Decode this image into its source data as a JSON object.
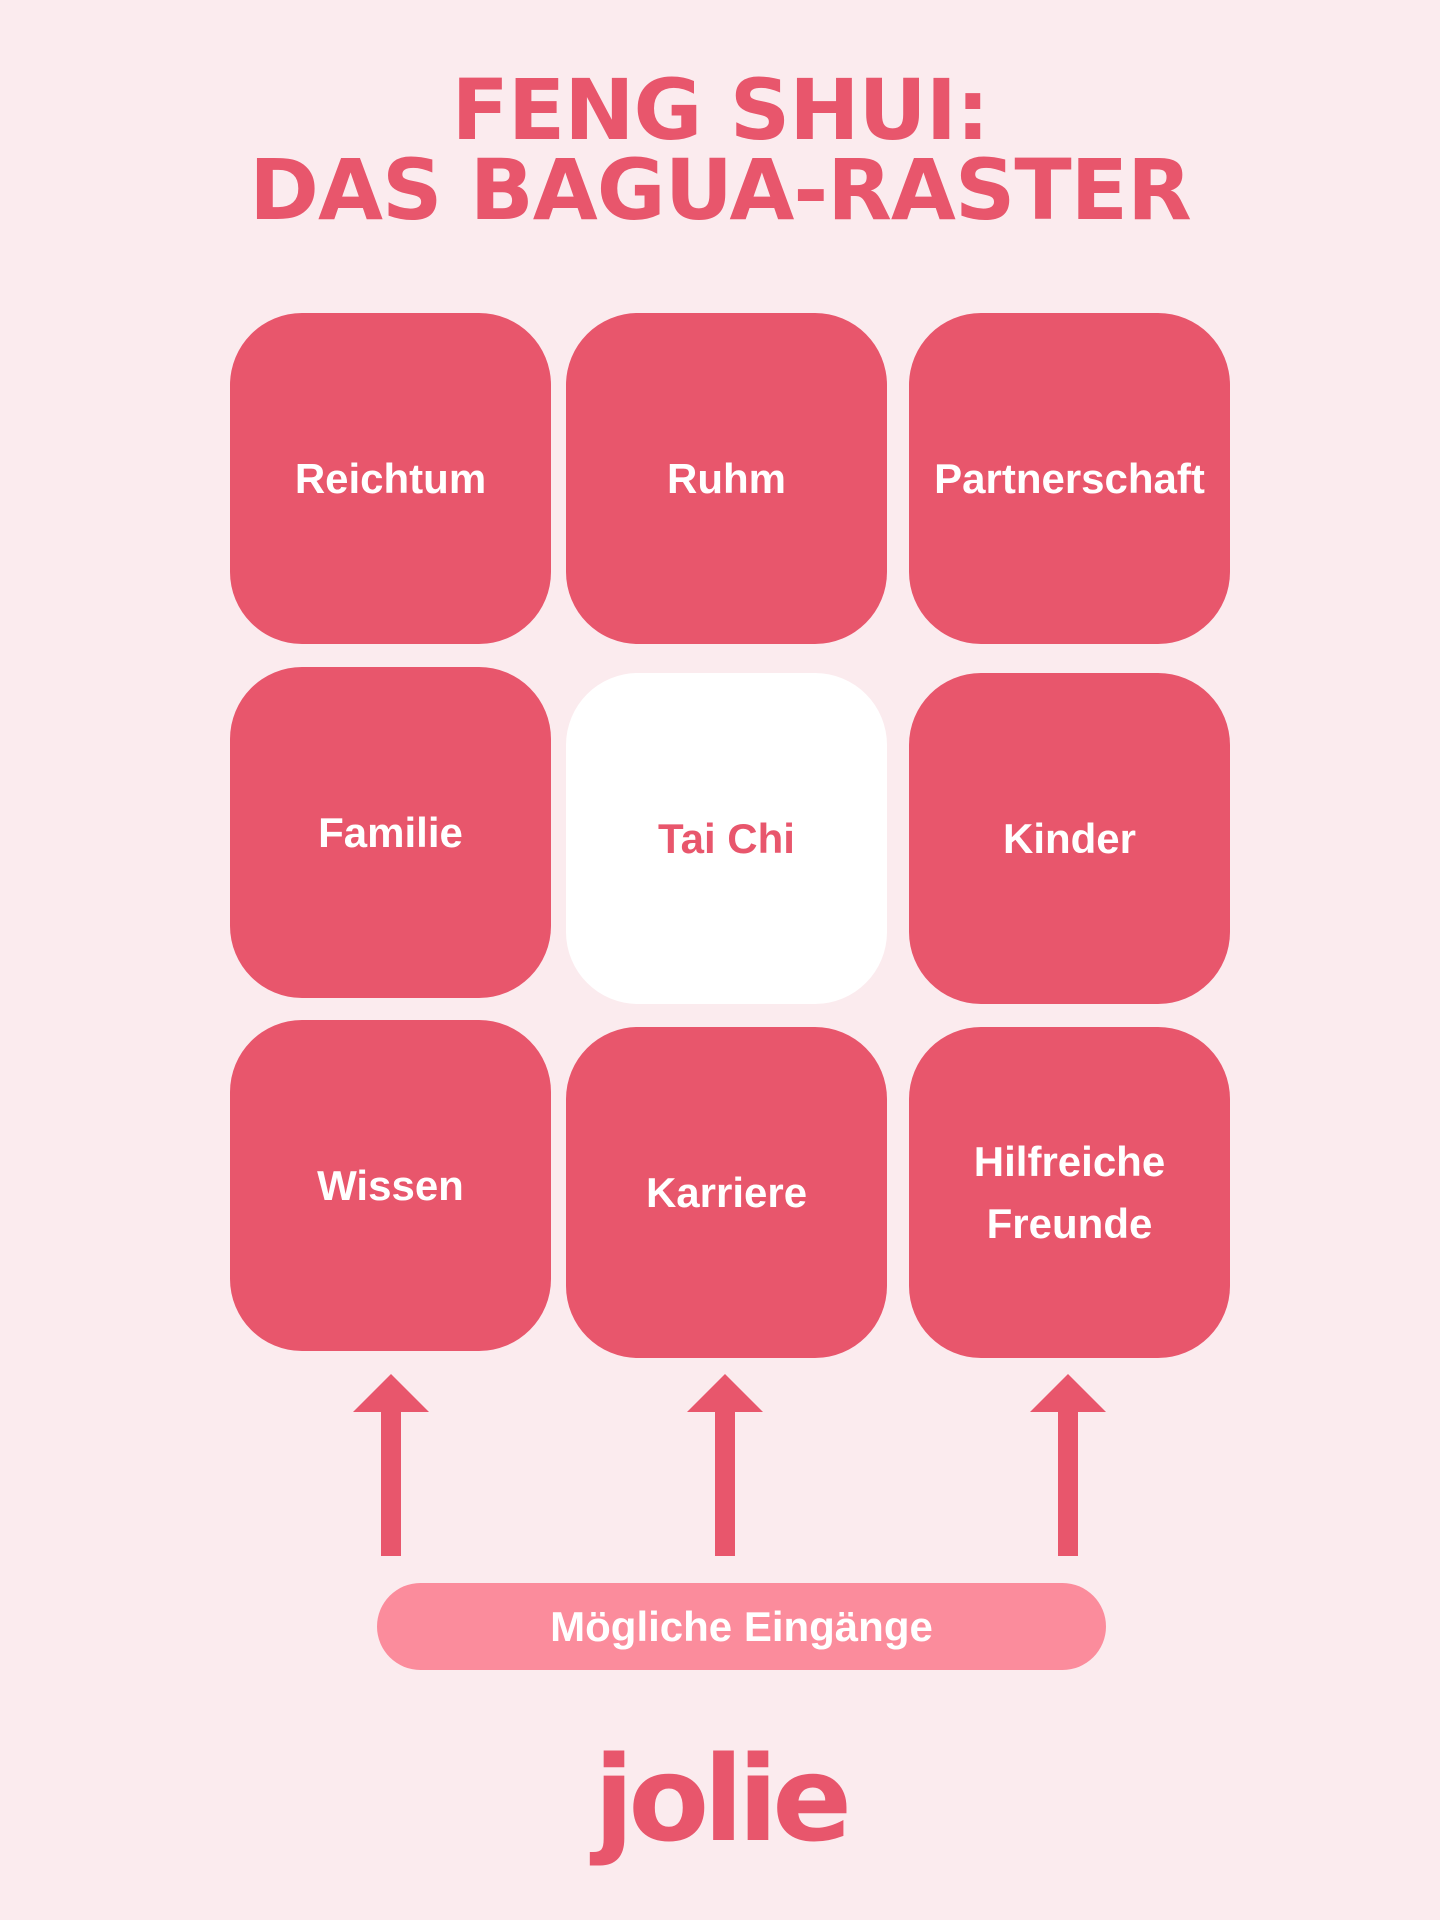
{
  "title": {
    "line1": "FENG SHUI:",
    "line2": "DAS BAGUA-RASTER"
  },
  "grid": [
    {
      "label": "Reichtum"
    },
    {
      "label": "Ruhm"
    },
    {
      "label": "Partnerschaft"
    },
    {
      "label": "Familie"
    },
    {
      "label": "Tai Chi"
    },
    {
      "label": "Kinder"
    },
    {
      "label": "Wissen"
    },
    {
      "label": "Karriere"
    },
    {
      "label": "Hilfreiche Freunde"
    }
  ],
  "entrances_label": "Mögliche Eingänge",
  "logo": "jolie",
  "colors": {
    "background": "#fbebee",
    "accent": "#e8566c",
    "pill": "#fb8c9c",
    "center": "#ffffff"
  }
}
